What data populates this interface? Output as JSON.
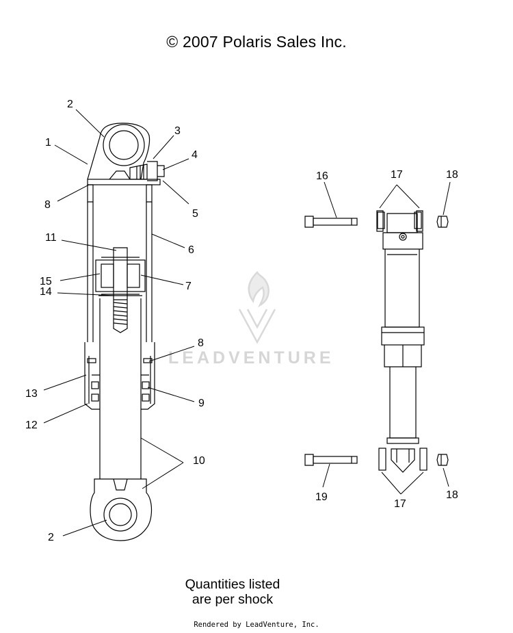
{
  "copyright": "© 2007 Polaris Sales Inc.",
  "note_line1": "Quantities listed",
  "note_line2": "are per shock",
  "rendered_by": "Rendered by LeadVenture, Inc.",
  "watermark": "LEADVENTURE",
  "callouts": {
    "c1": "1",
    "c2_top": "2",
    "c2_bot": "2",
    "c3": "3",
    "c4": "4",
    "c5": "5",
    "c6": "6",
    "c7": "7",
    "c8_top": "8",
    "c8_mid": "8",
    "c9": "9",
    "c10": "10",
    "c11": "11",
    "c12": "12",
    "c13": "13",
    "c14": "14",
    "c15": "15",
    "c16": "16",
    "c17_top": "17",
    "c17_bot": "17",
    "c18_top": "18",
    "c18_bot": "18",
    "c19": "19"
  },
  "colors": {
    "line": "#000000",
    "watermark": "#d6d6d6"
  }
}
